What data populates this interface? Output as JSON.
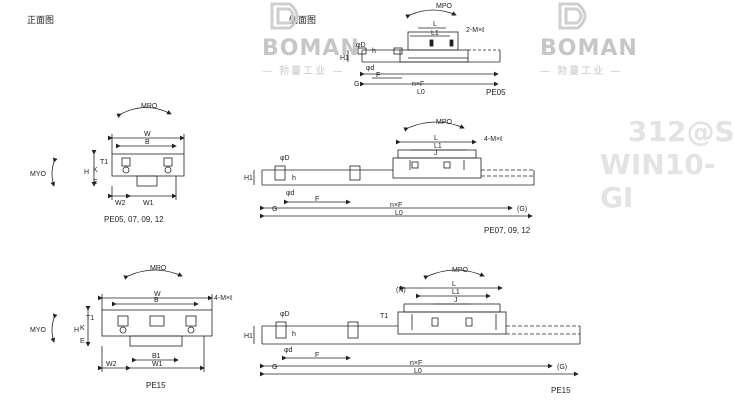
{
  "headers": {
    "front_view": "正面图",
    "side_view": "侧面图"
  },
  "watermark": {
    "brand": "BOMAN",
    "subtitle": "— 勃蔓工业 —",
    "tag1": "312@S",
    "tag2": "WIN10-GI"
  },
  "captions": {
    "pe05_front": "PE05, 07, 09, 12",
    "pe05_side": "PE05",
    "pe07_side": "PE07, 09, 12",
    "pe15_front": "PE15",
    "pe15_side": "PE15"
  },
  "labels": {
    "mpo": "MPO",
    "mro": "MRO",
    "myo": "MYO",
    "w": "W",
    "b": "B",
    "w1": "W1",
    "w2": "W2",
    "b1": "B1",
    "h": "H",
    "h1": "H1",
    "h_small": "h",
    "k": "K",
    "e": "E",
    "t1": "T1",
    "l": "L",
    "l1": "L1",
    "j": "J",
    "l0": "L0",
    "nxf": "n×F",
    "f": "F",
    "g": "G",
    "g_paren": "(G)",
    "d_big": "φD",
    "d_small": "φd",
    "n_paren": "(N)",
    "mxl_2": "2-M×ℓ",
    "mxl_4": "4-M×ℓ"
  }
}
